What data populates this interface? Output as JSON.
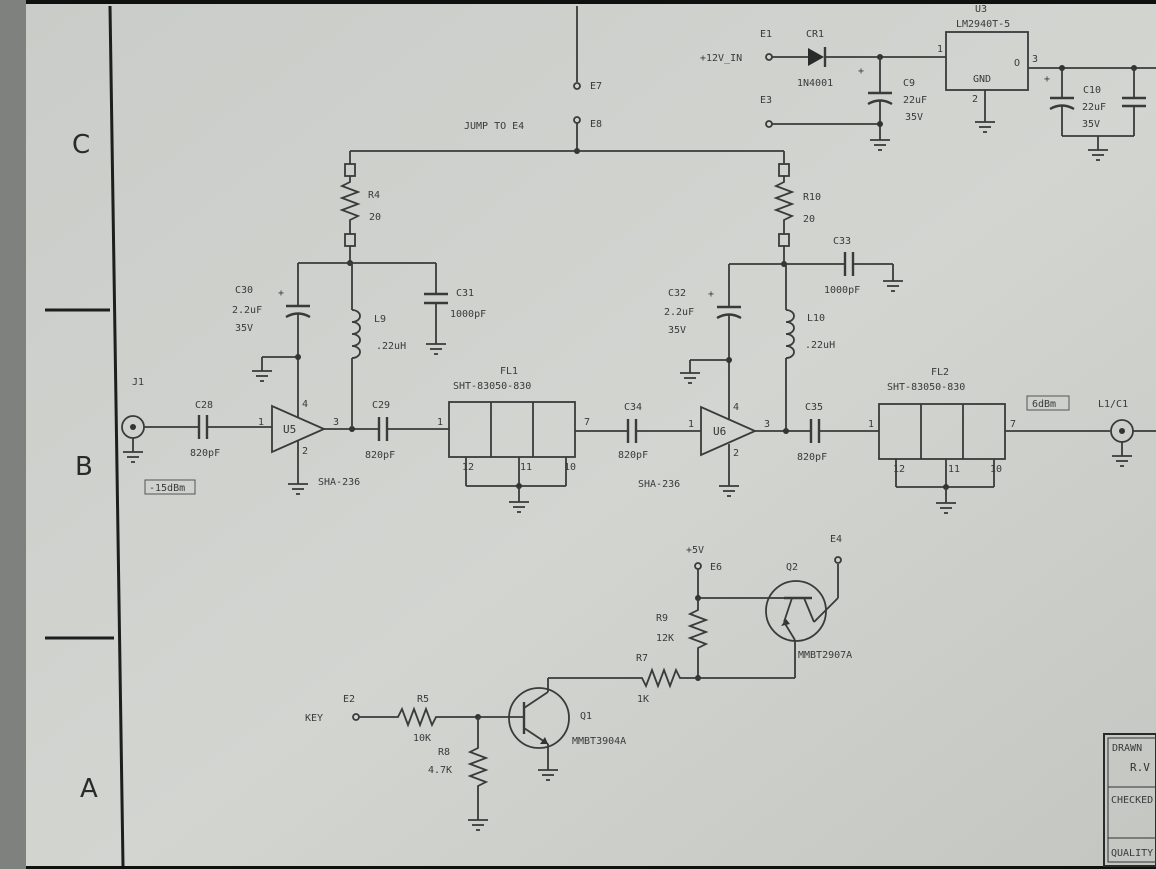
{
  "zones": {
    "c": "C",
    "b": "B",
    "a": "A"
  },
  "power": {
    "e1": "E1",
    "in": "+12V_IN",
    "cr1": "CR1",
    "cr1_part": "1N4001",
    "u3": "U3",
    "u3_part": "LM2940T-5",
    "u3_gnd": "GND",
    "pin1": "1",
    "pin2": "2",
    "pin3": "3",
    "pin_o": "O",
    "c9": "C9",
    "c9_val": "22uF",
    "c9_v": "35V",
    "plus": "+",
    "e3": "E3",
    "c10": "C10",
    "c10_val": "22uF",
    "c10_v": "35V"
  },
  "jump": {
    "e7": "E7",
    "e8": "E8",
    "text": "JUMP TO E4"
  },
  "stage1": {
    "j1": "J1",
    "in_level": "-15dBm",
    "c28": "C28",
    "c28_val": "820pF",
    "u5": "U5",
    "u5_part": "SHA-236",
    "pin1": "1",
    "pin2": "2",
    "pin3": "3",
    "pin4": "4",
    "r4": "R4",
    "r4_val": "20",
    "c30": "C30",
    "c30_val": "2.2uF",
    "c30_v": "35V",
    "plus": "+",
    "c31": "C31",
    "c31_val": "1000pF",
    "l9": "L9",
    "l9_val": ".22uH",
    "c29": "C29",
    "c29_val": "820pF"
  },
  "fl1": {
    "name": "FL1",
    "part": "SHT-83050-830",
    "p1": "1",
    "p7": "7",
    "p12": "12",
    "p11": "11",
    "p10": "10"
  },
  "stage2": {
    "c34": "C34",
    "c34_val": "820pF",
    "u6": "U6",
    "u6_part": "SHA-236",
    "pin1": "1",
    "pin2": "2",
    "pin3": "3",
    "pin4": "4",
    "r10": "R10",
    "r10_val": "20",
    "c32": "C32",
    "c32_val": "2.2uF",
    "c32_v": "35V",
    "plus": "+",
    "c33": "C33",
    "c33_val": "1000pF",
    "l10": "L10",
    "l10_val": ".22uH",
    "c35": "C35",
    "c35_val": "820pF"
  },
  "fl2": {
    "name": "FL2",
    "part": "SHT-83050-830",
    "p1": "1",
    "p7": "7",
    "p12": "12",
    "p11": "11",
    "p10": "10"
  },
  "output": {
    "level": "6dBm",
    "name": "L1/C1"
  },
  "keying": {
    "v5": "+5V",
    "e6": "E6",
    "e4": "E4",
    "q2": "Q2",
    "q2_part": "MMBT2907A",
    "r9": "R9",
    "r9_val": "12K",
    "r7": "R7",
    "r7_val": "1K",
    "key": "KEY",
    "e2": "E2",
    "r5": "R5",
    "r5_val": "10K",
    "r8": "R8",
    "r8_val": "4.7K",
    "q1": "Q1",
    "q1_part": "MMBT3904A"
  },
  "title_block": {
    "drawn": "DRAWN",
    "drawn_by": "R.V",
    "checked": "CHECKED",
    "quality": "QUALITY"
  }
}
